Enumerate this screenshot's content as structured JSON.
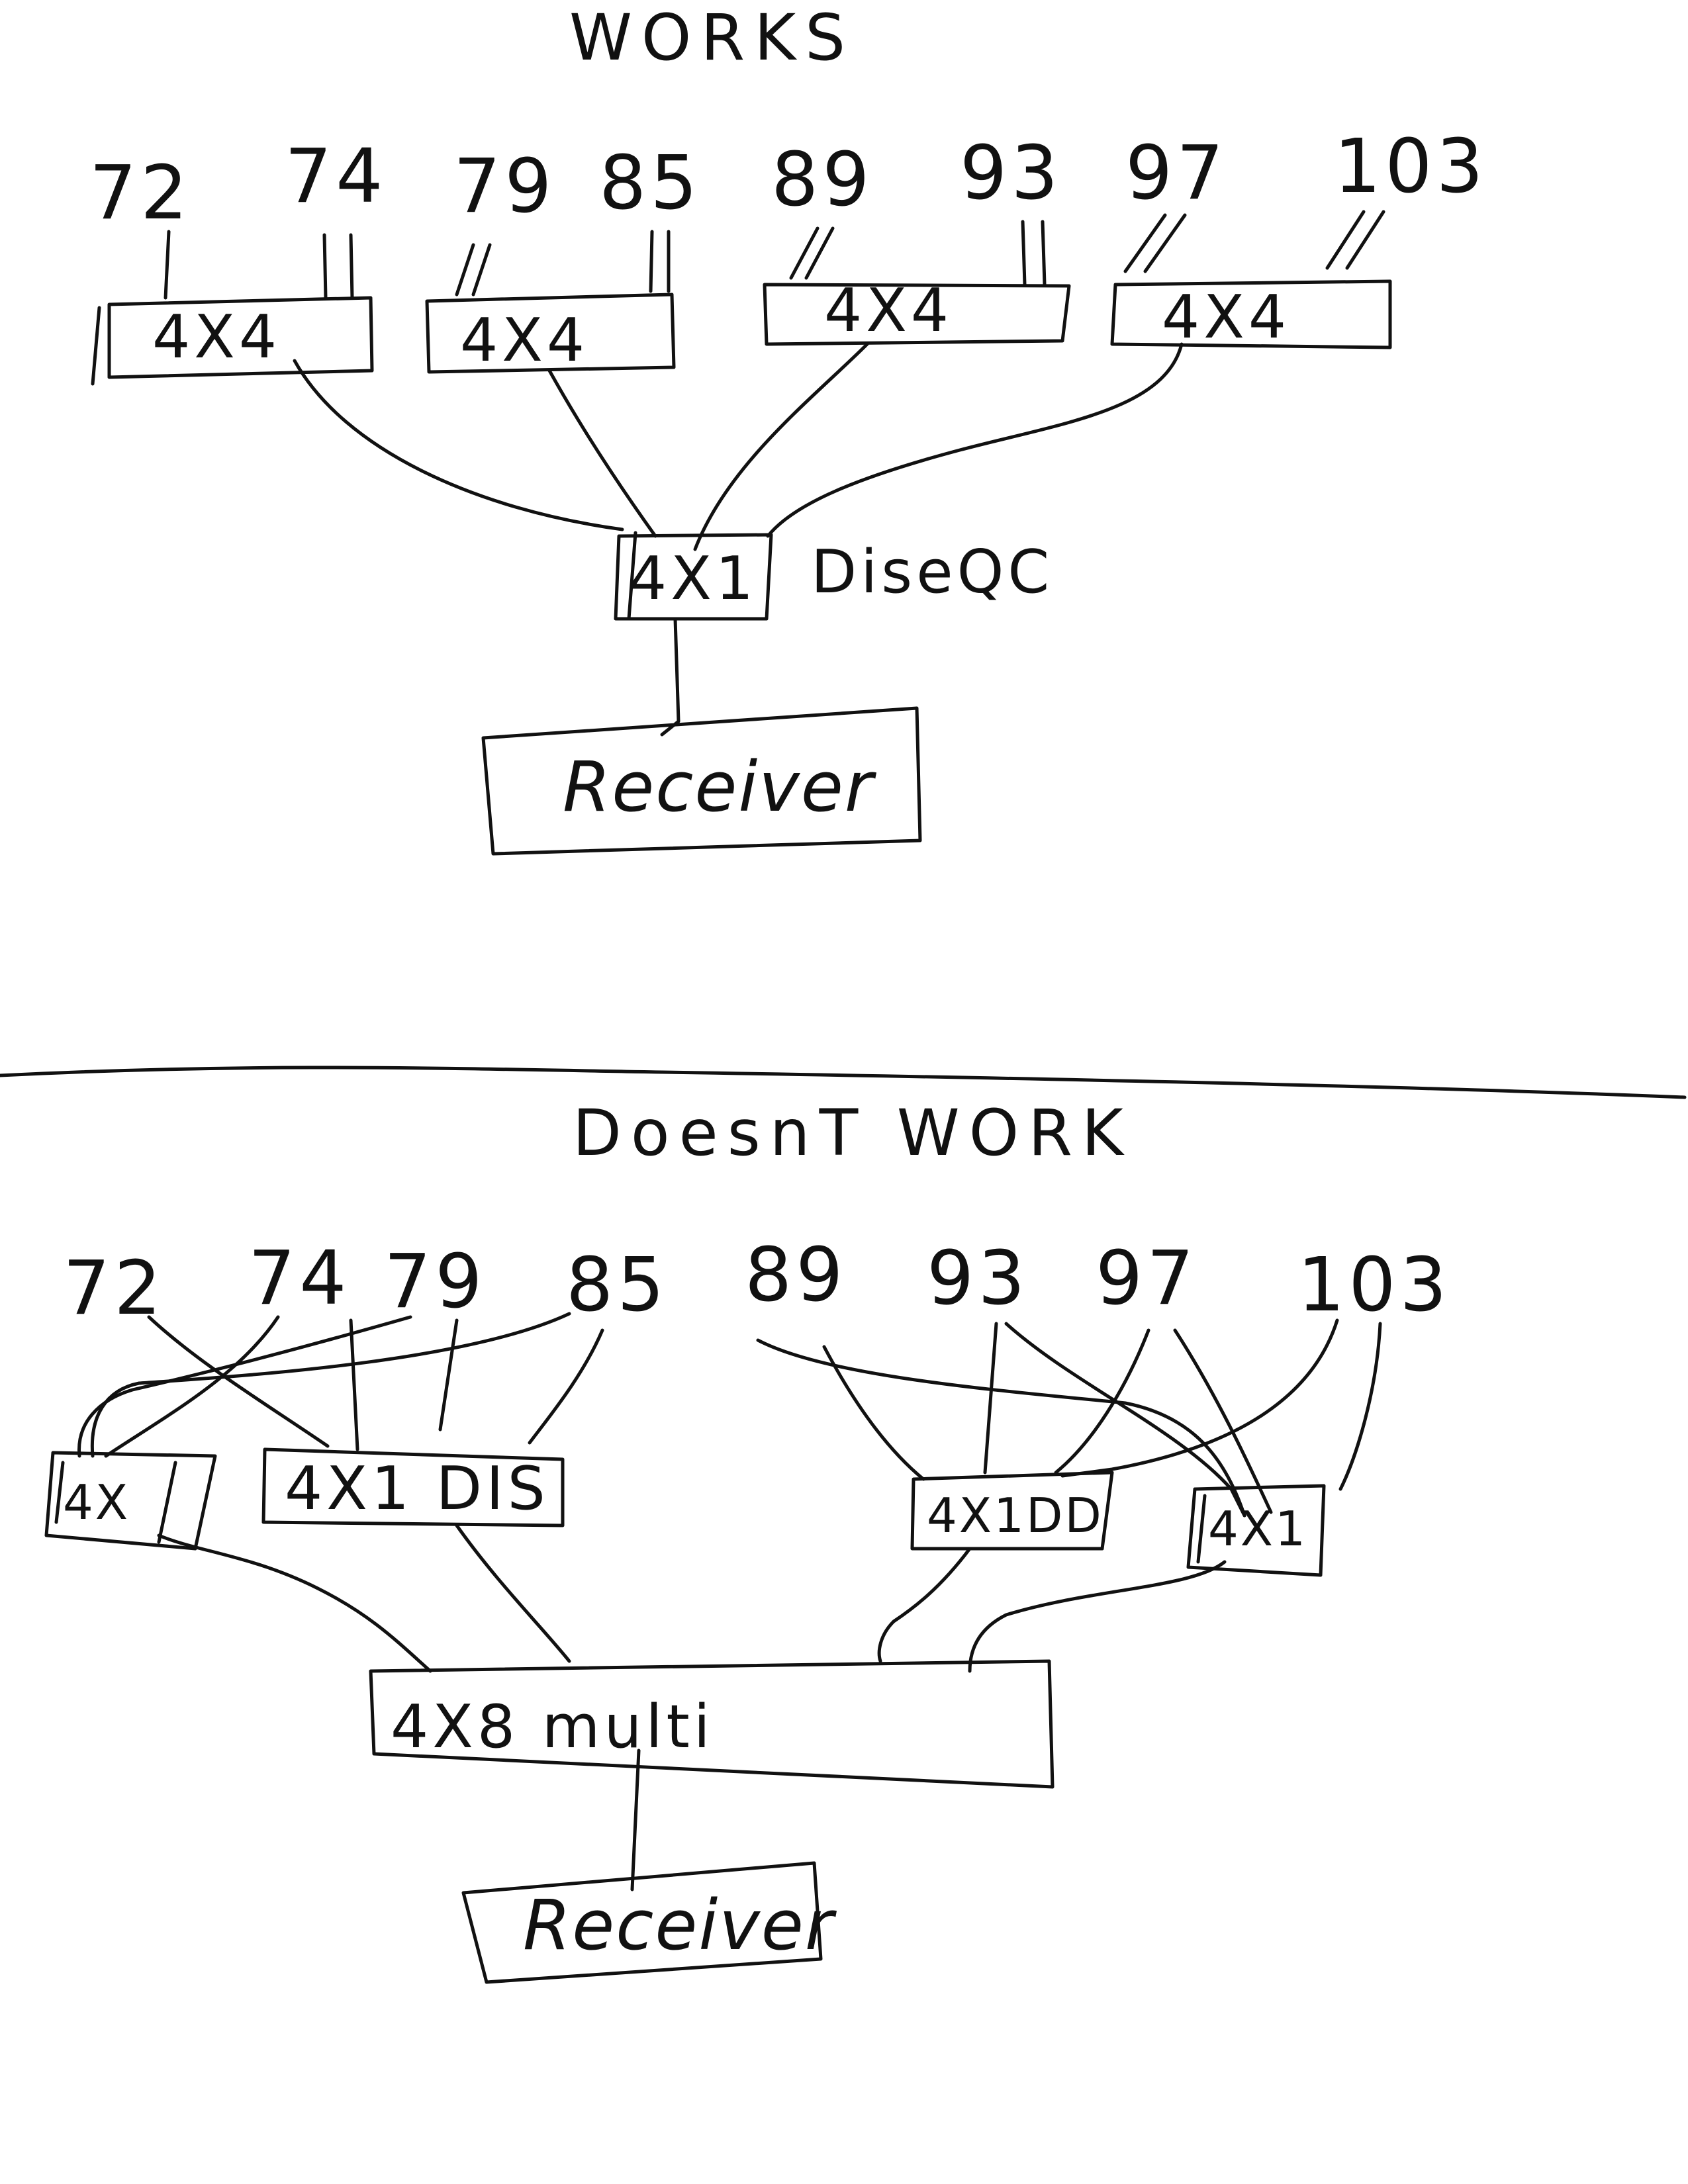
{
  "works": {
    "title": "WORKS",
    "sats": [
      "72",
      "74",
      "79",
      "85",
      "89",
      "93",
      "97",
      "103"
    ],
    "switches": [
      "4X4",
      "4X4",
      "4X4",
      "4X4"
    ],
    "diseqc_box": "4X1",
    "diseqc_label": "DiseQC",
    "receiver": "Receiver"
  },
  "doesnt_work": {
    "title": "DoesnT WORK",
    "sats": [
      "72",
      "74",
      "79",
      "85",
      "89",
      "93",
      "97",
      "103"
    ],
    "switches": [
      "4X",
      "4X1 DIS",
      "4X1DD",
      "4X1"
    ],
    "multi": "4X8 multi",
    "receiver": "Receiver"
  }
}
